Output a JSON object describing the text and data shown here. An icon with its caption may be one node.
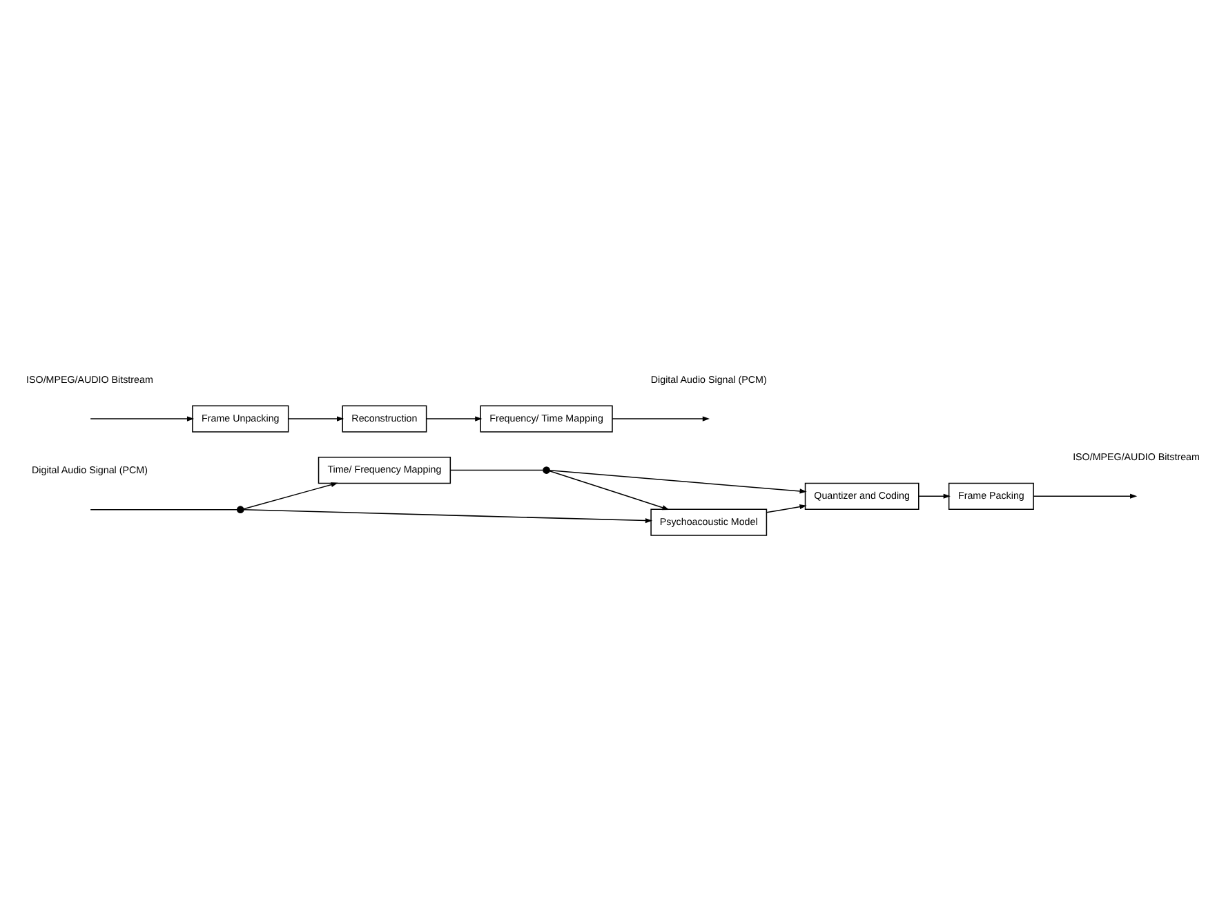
{
  "diagram": {
    "nodes": [
      {
        "text": [],
        "shape": "circle"
      },
      {
        "text": [
          "Time/ Frequency Mapping"
        ]
      },
      {
        "text": [],
        "shape": "circle"
      },
      {
        "text": [
          "Quantizer and Coding"
        ]
      },
      {
        "text": [
          "Frame Packing"
        ]
      },
      {
        "text": [
          "Psychoacoustic Model"
        ]
      },
      {
        "text": [
          "Frame Unpacking"
        ]
      },
      {
        "text": [
          "Reconstruction"
        ]
      },
      {
        "text": [
          "Frequency/ Time Mapping"
        ]
      }
    ],
    "edges": [
      {
        "from": null,
        "to": 0,
        "arrow": "none"
      },
      {
        "from": 0,
        "to": 1,
        "arrow": "to"
      },
      {
        "from": 1,
        "to": 2,
        "arrow": "none"
      },
      {
        "from": 2,
        "to": 3,
        "arrow": "to"
      },
      {
        "from": 3,
        "to": 4,
        "arrow": "to"
      },
      {
        "from": 4,
        "to": null,
        "arrow": "to"
      },
      {
        "from": 0,
        "to": 5,
        "arrow": "to"
      },
      {
        "from": 2,
        "to": 5,
        "arrow": "to"
      },
      {
        "from": 5,
        "to": 3,
        "arrow": "to"
      },
      {
        "from": null,
        "to": 6,
        "arrow": "to"
      },
      {
        "from": 6,
        "to": 7,
        "arrow": "to"
      },
      {
        "from": 7,
        "to": 8,
        "arrow": "to"
      },
      {
        "from": 8,
        "to": null,
        "arrow": "to"
      }
    ],
    "labels": [
      "Digital Audio Signal (PCM)",
      "ISO/MPEG/AUDIO Bitstream",
      "ISO/MPEG/AUDIO Bitstream",
      "Digital Audio Signal (PCM)"
    ]
  }
}
